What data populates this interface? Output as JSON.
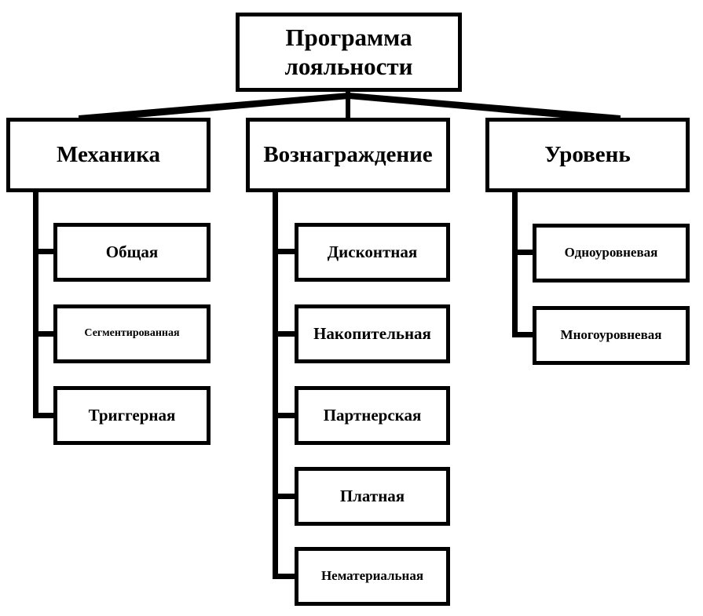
{
  "diagram": {
    "title": "Программа лояльности",
    "type": "hierarchy-tree",
    "orientation": "top-down",
    "line_color": "#000000",
    "box_fill": "#ffffff",
    "box_border_color": "#000000",
    "text_color": "#000000",
    "root": {
      "label": "Программа лояльности"
    },
    "branches": [
      {
        "label": "Механика",
        "children": [
          {
            "label": "Общая",
            "size": "normal"
          },
          {
            "label": "Сегментированная",
            "size": "xsmall"
          },
          {
            "label": "Триггерная",
            "size": "normal"
          }
        ]
      },
      {
        "label": "Вознаграждение",
        "children": [
          {
            "label": "Дисконтная",
            "size": "normal"
          },
          {
            "label": "Накопительная",
            "size": "normal"
          },
          {
            "label": "Партнерская",
            "size": "normal"
          },
          {
            "label": "Платная",
            "size": "normal"
          },
          {
            "label": "Нематериальная",
            "size": "small"
          }
        ]
      },
      {
        "label": "Уровень",
        "children": [
          {
            "label": "Одноуровневая",
            "size": "small"
          },
          {
            "label": "Многоуровневая",
            "size": "small"
          }
        ]
      }
    ]
  }
}
